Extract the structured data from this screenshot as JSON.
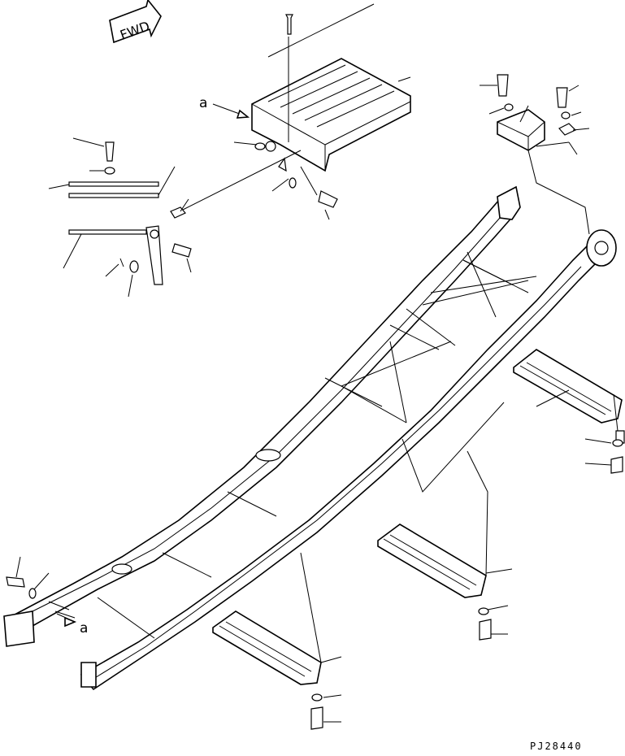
{
  "orientation_marker": {
    "text": "FWD"
  },
  "callout_labels": {
    "upper": "a",
    "lower": "a"
  },
  "drawing_code": "PJ28440"
}
